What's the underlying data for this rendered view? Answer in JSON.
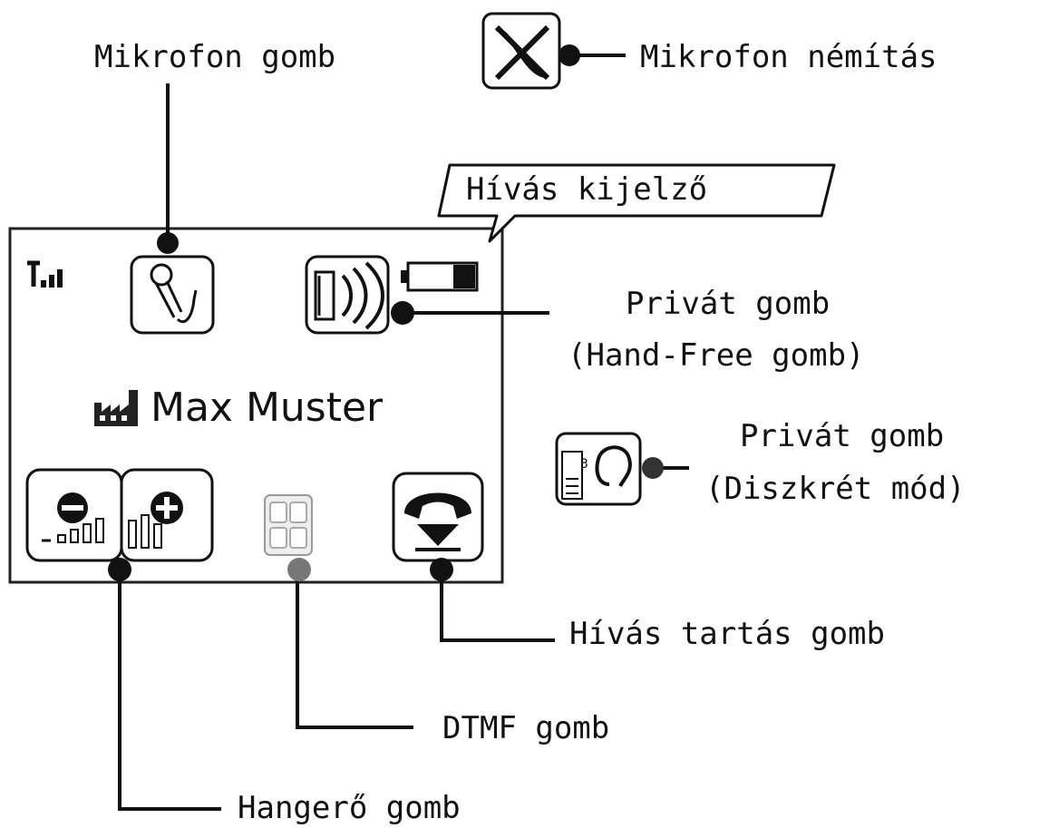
{
  "labels": {
    "mic_button": "Mikrofon gomb",
    "mic_mute": "Mikrofon némítás",
    "call_display": "Hívás kijelző",
    "private_button_line1": "Privát gomb",
    "private_button_line2": "(Hand-Free gomb)",
    "discreet_line1": "Privát gomb",
    "discreet_line2": "(Diszkrét mód)",
    "hold_button": "Hívás tartás gomb",
    "dtmf_button": "DTMF gomb",
    "volume_button": "Hangerő gomb"
  },
  "screen": {
    "caller_name": "Max Muster"
  },
  "icons": {
    "signal": "signal-strength-icon",
    "microphone": "microphone-icon",
    "speaker": "speaker-icon",
    "battery": "battery-icon",
    "company": "factory-icon",
    "volume_down": "volume-down-icon",
    "volume_up": "volume-up-icon",
    "dtmf": "keypad-icon",
    "hold": "phone-hold-icon",
    "mute": "mic-mute-icon",
    "discreet": "ear-icon"
  }
}
